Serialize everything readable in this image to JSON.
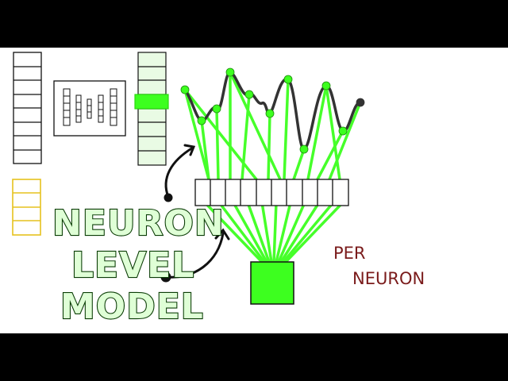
{
  "title": {
    "line1": "NEURON",
    "line2": "LEVEL",
    "line3": "MODEL"
  },
  "note": {
    "line1": "PER",
    "line2": "NEURON"
  },
  "colors": {
    "background_bars": "#000000",
    "panel": "#ffffff",
    "neon_green": "#3dff1f",
    "title_fill": "#dfffd6",
    "title_stroke": "#0b3d06",
    "note": "#7a1b1b",
    "yellow_cells": "#e6c21e",
    "outline": "#111111",
    "signal": "#333333"
  }
}
